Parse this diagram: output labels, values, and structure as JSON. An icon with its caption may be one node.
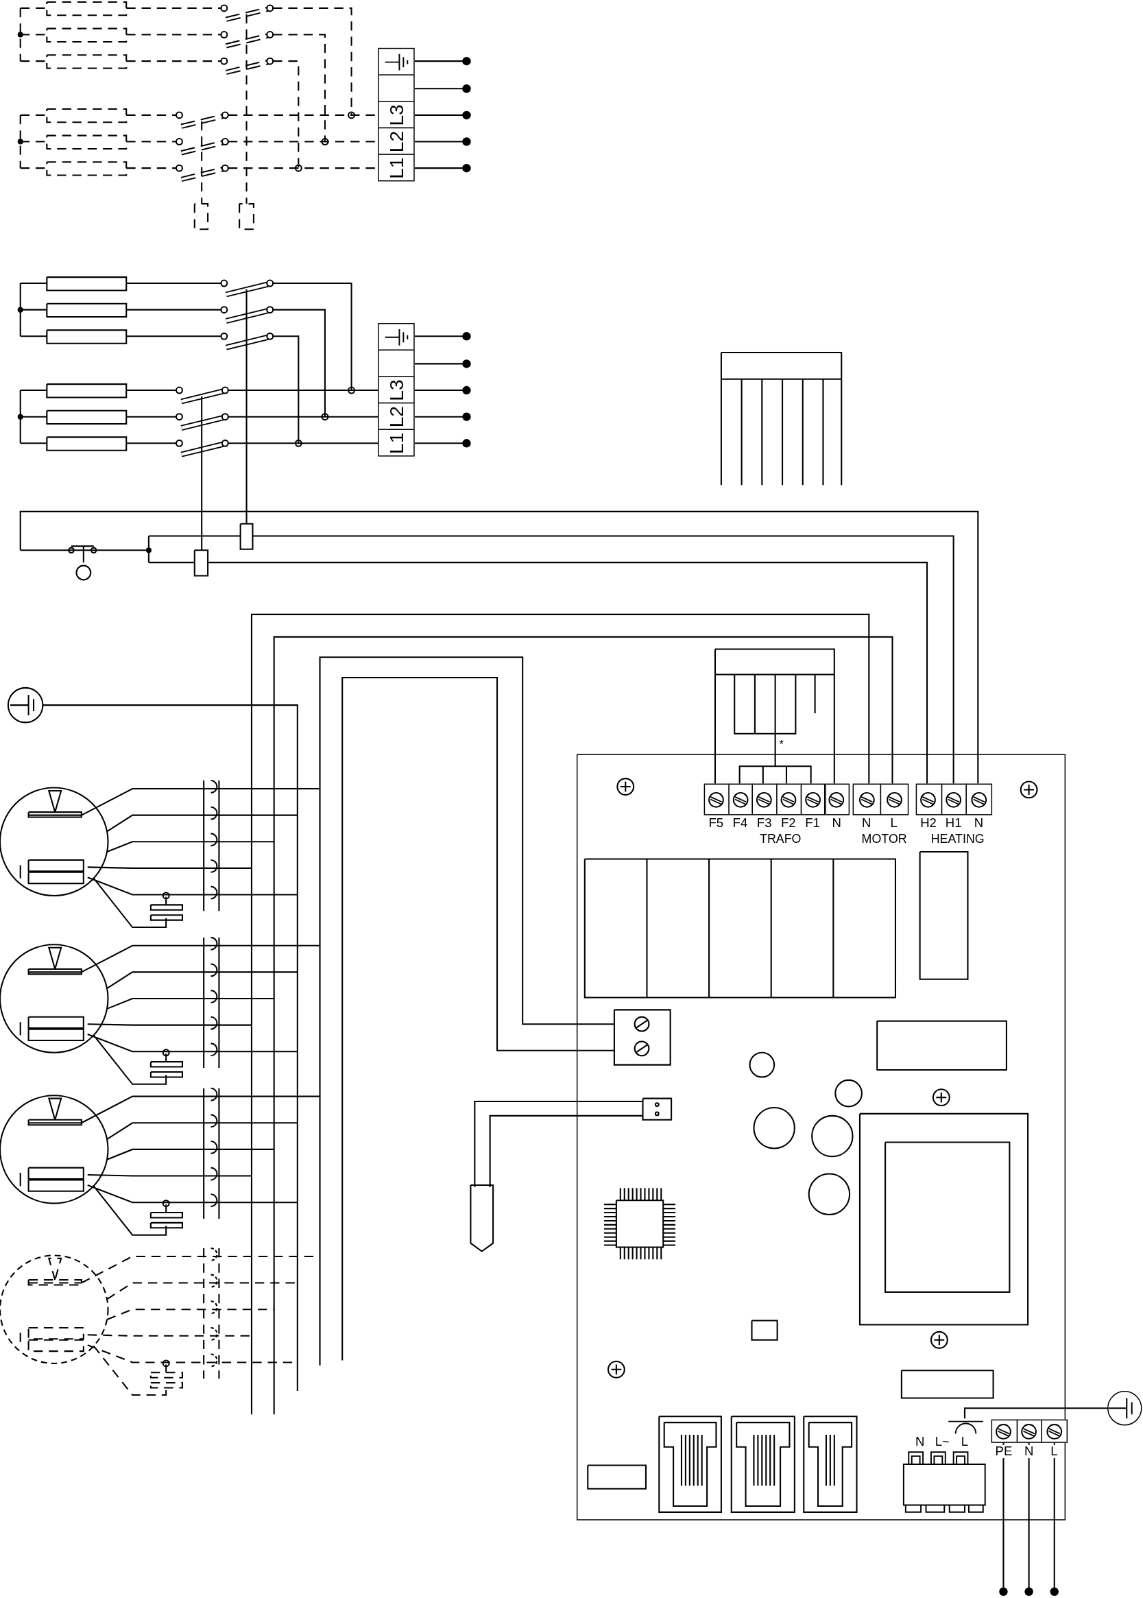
{
  "diagram": {
    "nodes": [
      {
        "text": [
          "L3",
          "L2",
          "L1"
        ]
      },
      {
        "text": [
          "L3",
          "L2",
          "L1"
        ]
      },
      {
        "text": [],
        "shape": "box"
      },
      {
        "text": [
          "F5",
          "F4",
          "F3",
          "F2",
          "F1",
          "N"
        ],
        "beside": [
          "TRAFO"
        ],
        "in": 2
      },
      {
        "text": [
          "N",
          "L"
        ],
        "beside": [
          "MOTOR"
        ],
        "in": 2
      },
      {
        "text": [
          "H2",
          "H1",
          "N"
        ],
        "beside": [
          "HEATING"
        ],
        "in": 2
      },
      {
        "text": [
          "N",
          "L~",
          "L"
        ],
        "in": 2
      },
      {
        "text": [
          "PE",
          "N",
          "L"
        ],
        "in": 2
      },
      {
        "text": [],
        "shape": "circle"
      }
    ],
    "edges": [
      {
        "from": 8,
        "to": 6,
        "arrow": "none"
      }
    ],
    "labels": [
      "*"
    ]
  }
}
